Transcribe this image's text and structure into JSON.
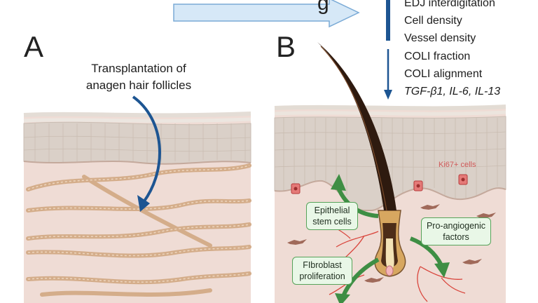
{
  "panels": {
    "a": {
      "letter": "A",
      "label_line1": "Transplantation of",
      "label_line2": "anagen hair follicles"
    },
    "b": {
      "letter": "B"
    }
  },
  "top_label_fragment": "g",
  "upper_list": [
    "EDJ interdigitation",
    "Cell density",
    "Vessel density"
  ],
  "lower_list": [
    "COLI fraction",
    "COLI alignment",
    "TGF-β1, IL-6, IL-13"
  ],
  "annotations": {
    "ki67": "Ki67+ cells",
    "epithelial": [
      "Epithelial",
      "stem cells"
    ],
    "angiogenic": [
      "Pro-angiogenic",
      "factors"
    ],
    "fibroblast": [
      "FIbroblast",
      "proliferation"
    ]
  },
  "colors": {
    "arrow_blue": "#1d5592",
    "arrow_light": "#cfe3f5",
    "skin_pink": "#efdcd5",
    "epidermis": "#d9cfc7",
    "collagen": "#d9b391",
    "green_arrow": "#3e8e44",
    "hair_dark": "#2e1a0f",
    "vessel_red": "#d9453c"
  }
}
